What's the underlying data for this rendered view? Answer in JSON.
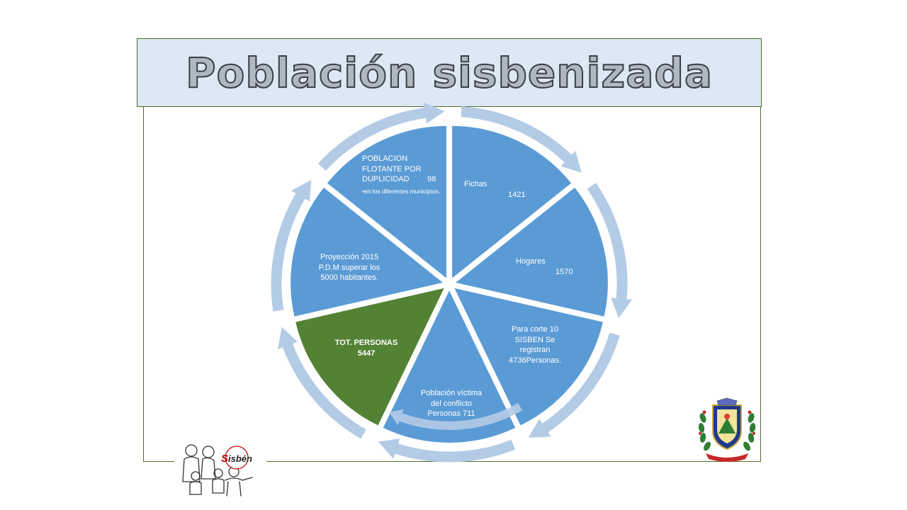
{
  "title": "Población sisbenizada",
  "segments": [
    {
      "id": "fichas",
      "line1": "Fichas",
      "value": "1421"
    },
    {
      "id": "hogares",
      "line1": "Hogares",
      "value": "1570"
    },
    {
      "id": "corte",
      "lines": [
        "Para corte 10",
        "SISBEN Se",
        "registran",
        "4736Personas."
      ]
    },
    {
      "id": "victima",
      "lines": [
        "Población víctima",
        "del conflicto",
        "Personas 711"
      ]
    },
    {
      "id": "total",
      "lines": [
        "TOT. PERSONAS",
        "5447"
      ]
    },
    {
      "id": "proyeccion",
      "lines": [
        "Proyección 2015",
        "P.D.M superar los",
        "5000 habitantes."
      ]
    },
    {
      "id": "flotante",
      "lines": [
        "POBLACION",
        "FLOTANTE POR",
        "DUPLICIDAD"
      ],
      "value": "98",
      "bullet": "en los diferentes municipios."
    }
  ],
  "logos": {
    "sisben_text": "Sisbén"
  },
  "colors": {
    "segment_blue": "#5b9bd5",
    "segment_green": "#548235",
    "arrow": "#b4cbe6",
    "title_bg": "#dce8f4"
  }
}
